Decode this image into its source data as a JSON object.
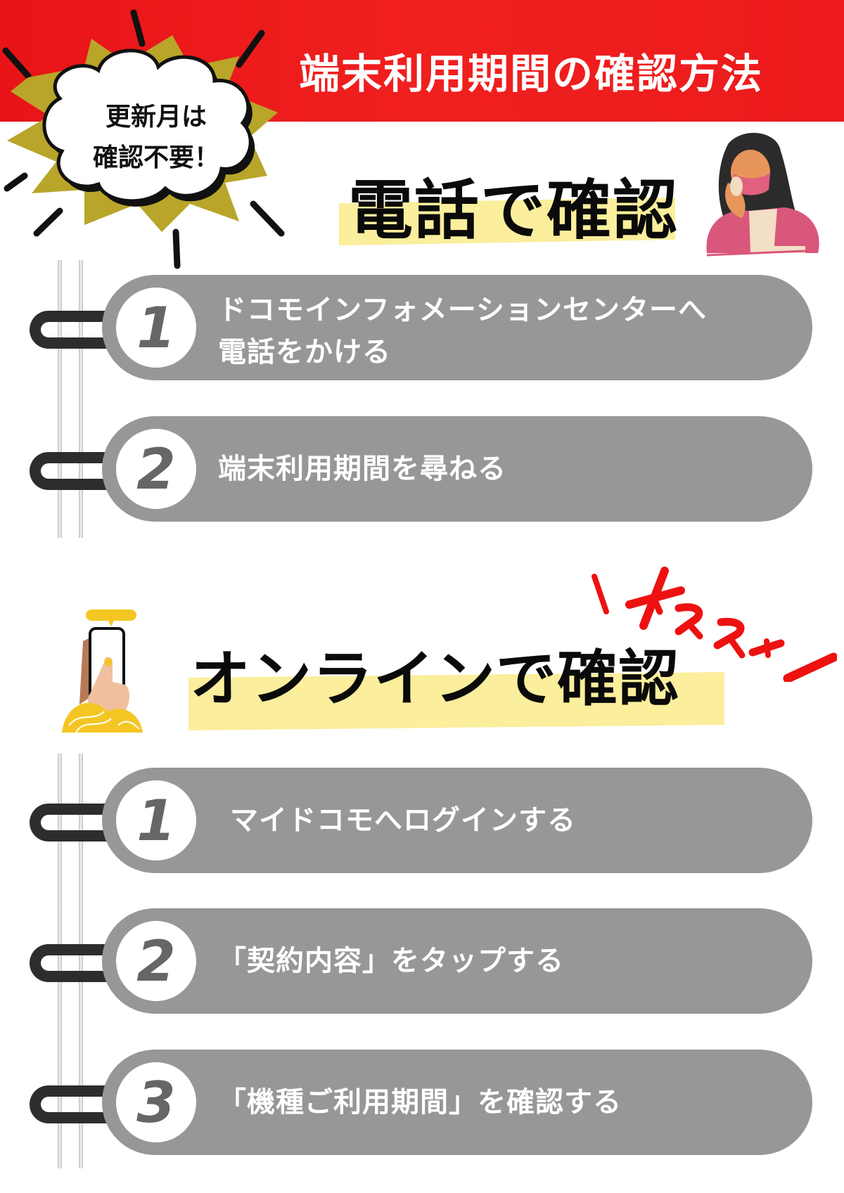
{
  "header": {
    "title": "端末利用期間の確認方法",
    "banner_color": "#ec1a1c"
  },
  "callout": {
    "line1": "更新月は",
    "line2": "確認不要！",
    "burst_color": "#b8a52a"
  },
  "phone_section": {
    "heading": "電話で確認",
    "illustration": "woman-on-phone-illustration",
    "steps": [
      {
        "number": "1",
        "text_line1": "ドコモインフォメーションセンターへ",
        "text_line2": "電話をかける"
      },
      {
        "number": "2",
        "text_line1": "端末利用期間を尋ねる",
        "text_line2": ""
      }
    ]
  },
  "online_section": {
    "heading": "オンラインで確認",
    "badge": "オススメ",
    "badge_color": "#ee1111",
    "illustration": "hand-holding-smartphone-illustration",
    "steps": [
      {
        "number": "1",
        "text_line1": "マイドコモへログインする"
      },
      {
        "number": "2",
        "text_line1": "「契約内容」をタップする"
      },
      {
        "number": "3",
        "text_line1": "「機種ご利用期間」を確認する"
      }
    ]
  },
  "colors": {
    "step_pill": "#979797",
    "hook": "#2d2d2d",
    "highlight": "#fbee9c",
    "number": "#666666"
  }
}
